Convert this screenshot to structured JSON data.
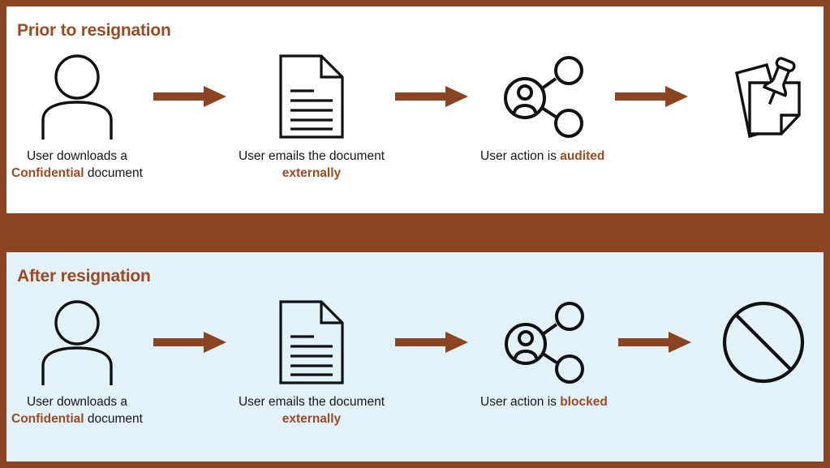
{
  "theme": {
    "accent": "#9b4a23",
    "frame": "#8b4422",
    "panel_top_bg": "#ffffff",
    "panel_bottom_bg": "#e3f1f9",
    "line": "#111111",
    "text": "#161616"
  },
  "panels": [
    {
      "title": "Prior to resignation",
      "steps": [
        {
          "icon": "user-icon",
          "caption_line1": "User downloads a",
          "caption_line2_pre": "",
          "caption_line2_highlight": "Confidential",
          "caption_line2_post": " document"
        },
        {
          "icon": "document-icon",
          "caption_line1": "User emails the document",
          "caption_line2_pre": "",
          "caption_line2_highlight": "externally",
          "caption_line2_post": ""
        },
        {
          "icon": "share-network-icon",
          "caption_line1": "User action is ",
          "caption_line2_pre": "",
          "caption_line2_highlight": "audited",
          "caption_line2_post": ""
        },
        {
          "icon": "pinned-note-audit-icon",
          "caption_line1": "",
          "caption_line2_pre": "",
          "caption_line2_highlight": "",
          "caption_line2_post": ""
        }
      ],
      "arrow_icon": "right-arrow-icon"
    },
    {
      "title": "After resignation",
      "steps": [
        {
          "icon": "user-icon",
          "caption_line1": "User downloads a",
          "caption_line2_pre": "",
          "caption_line2_highlight": "Confidential",
          "caption_line2_post": " document"
        },
        {
          "icon": "document-icon",
          "caption_line1": "User emails the document",
          "caption_line2_pre": "",
          "caption_line2_highlight": "externally",
          "caption_line2_post": ""
        },
        {
          "icon": "share-network-icon",
          "caption_line1": "User action is ",
          "caption_line2_pre": "",
          "caption_line2_highlight": "blocked",
          "caption_line2_post": ""
        },
        {
          "icon": "blocked-icon",
          "caption_line1": "",
          "caption_line2_pre": "",
          "caption_line2_highlight": "",
          "caption_line2_post": ""
        }
      ],
      "arrow_icon": "right-arrow-icon"
    }
  ],
  "top": {
    "title": "Prior to resignation",
    "step1": {
      "line1": "User downloads a",
      "hl": "Confidential",
      "after": " document"
    },
    "step2": {
      "line1": "User emails the document",
      "hl": "externally"
    },
    "step3": {
      "line1": "User action is ",
      "hl": "audited"
    }
  },
  "bottom": {
    "title": "After resignation",
    "step1": {
      "line1": "User downloads a",
      "hl": "Confidential",
      "after": " document"
    },
    "step2": {
      "line1": "User emails the document",
      "hl": "externally"
    },
    "step3": {
      "line1": "User action is ",
      "hl": "blocked"
    }
  }
}
